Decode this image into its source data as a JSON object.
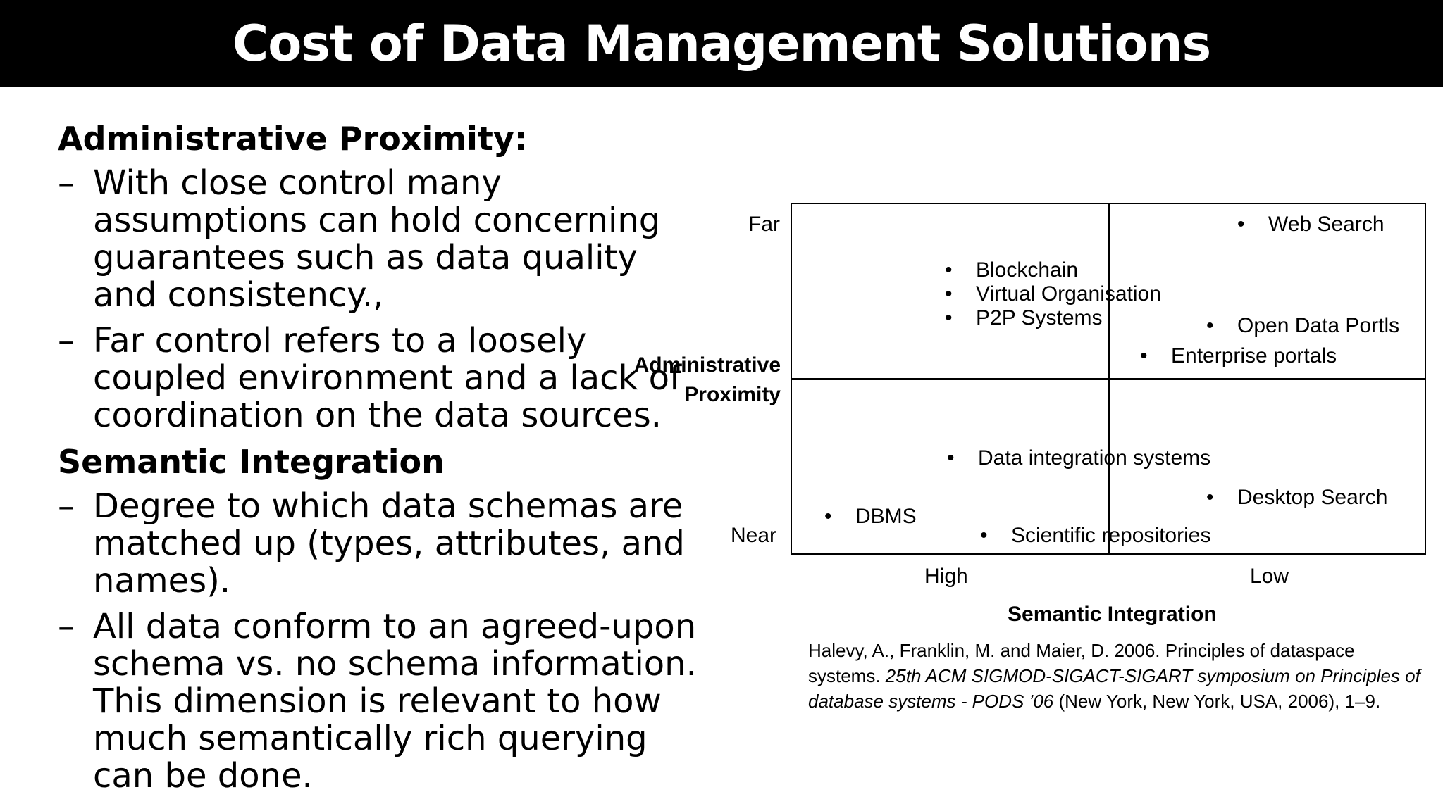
{
  "title": "Cost of Data Management Solutions",
  "left": {
    "heading1": "Administrative Proximity:",
    "bullets1": [
      "With close control many assumptions can hold concerning guarantees such as data quality and consistency.,",
      "Far control refers to a loosely coupled environment and a lack of coordination on the data sources."
    ],
    "heading2": "Semantic Integration",
    "bullets2": [
      "Degree to which data schemas are matched up (types, attributes, and names).",
      "All data conform to an agreed-upon schema vs. no schema information. This dimension is relevant to how much semantically rich querying can be done."
    ],
    "dash": "–"
  },
  "diagram": {
    "y_axis": {
      "title_line1": "Administrative",
      "title_line2": "Proximity",
      "far": "Far",
      "near": "Near"
    },
    "x_axis": {
      "title": "Semantic Integration",
      "high": "High",
      "low": "Low"
    },
    "bullet": "•",
    "items": {
      "web_search": "Web Search",
      "blockchain": "Blockchain",
      "virtual_organisation": "Virtual Organisation",
      "p2p": "P2P Systems",
      "open_data": "Open Data Portls",
      "enterprise": "Enterprise portals",
      "data_integration": "Data integration systems",
      "desktop_search": "Desktop Search",
      "dbms": "DBMS",
      "scientific": "Scientific repositories"
    }
  },
  "citation": {
    "part1": "Halevy, A., Franklin, M. and Maier, D. 2006. Principles of dataspace systems. ",
    "italic": "25th ACM SIGMOD-SIGACT-SIGART symposium on Principles of database systems - PODS ’06",
    "part2": " (New York, New York, USA, 2006), 1–9."
  }
}
